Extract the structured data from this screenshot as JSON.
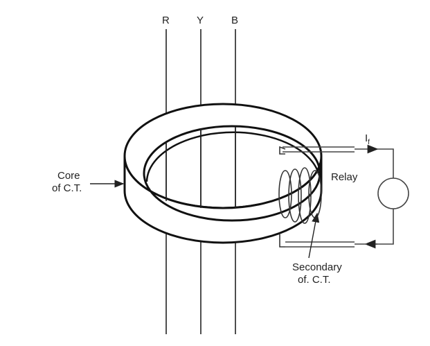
{
  "phases": [
    "R",
    "Y",
    "B"
  ],
  "labels": {
    "core_line1": "Core",
    "core_line2": "of C.T.",
    "relay": "Relay",
    "current_main": "I",
    "current_sub": "f",
    "secondary_line1": "Secondary",
    "secondary_line2": "of. C.T."
  }
}
